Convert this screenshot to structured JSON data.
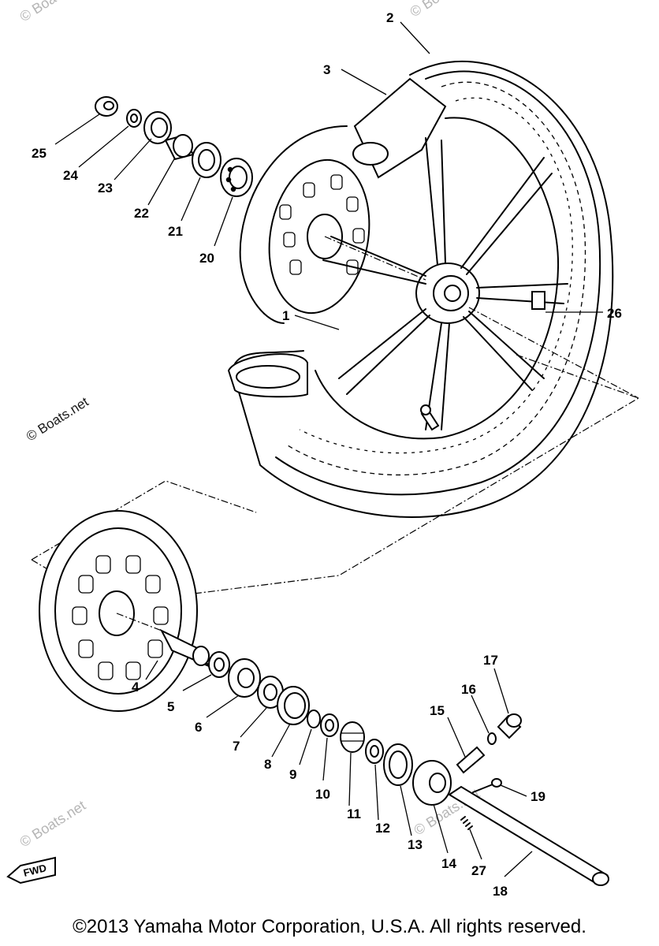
{
  "watermarks": {
    "main": "© Boats.net",
    "faint": "© Boats.net"
  },
  "callouts": [
    "1",
    "2",
    "3",
    "4",
    "5",
    "6",
    "7",
    "8",
    "9",
    "10",
    "11",
    "12",
    "13",
    "14",
    "15",
    "16",
    "17",
    "18",
    "19",
    "20",
    "21",
    "22",
    "23",
    "24",
    "25",
    "26",
    "27"
  ],
  "fwd_badge": "FWD",
  "copyright": "©2013 Yamaha Motor Corporation, U.S.A. All rights reserved."
}
